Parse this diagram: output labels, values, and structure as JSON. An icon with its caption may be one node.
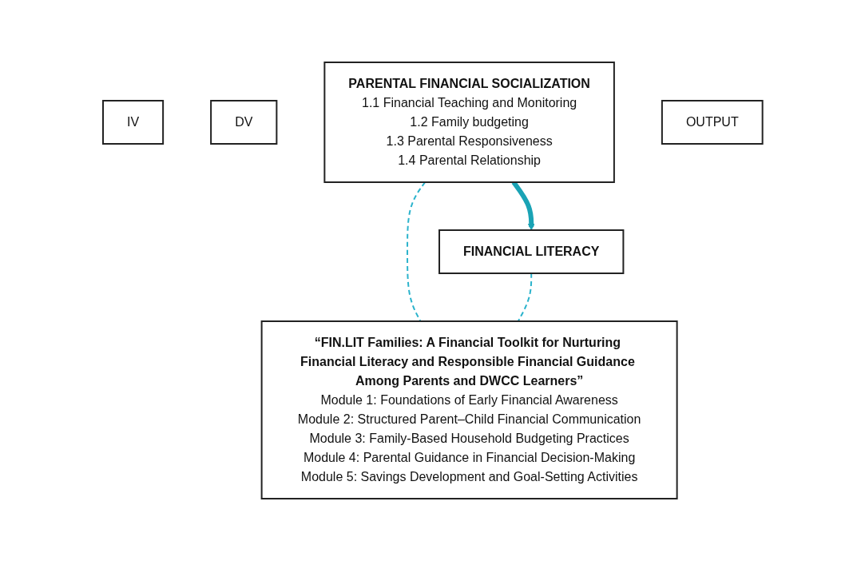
{
  "diagram": {
    "nodes": [
      {
        "text": [
          "IV"
        ]
      },
      {
        "text": [
          "DV"
        ]
      },
      {
        "text": [
          "PARENTAL FINANCIAL SOCIALIZATION",
          "1.1 Financial Teaching and Monitoring",
          "1.2 Family budgeting",
          "1.3 Parental Responsiveness",
          "1.4 Parental Relationship"
        ]
      },
      {
        "text": [
          "FINANCIAL LITERACY"
        ]
      },
      {
        "text": [
          "OUTPUT"
        ]
      },
      {
        "text": [
          "“FIN.LIT Families: A Financial Toolkit for Nurturing Financial Literacy and Responsible Financial Guidance Among Parents and DWCC Learners”",
          "Module 1: Foundations of Early Financial Awareness",
          "Module 2: Structured Parent–Child Financial Communication",
          "Module 3: Family-Based Household Budgeting Practices",
          "Module 4: Parental Guidance in Financial Decision-Making",
          "Module 5: Savings Development and Goal-Setting Activities"
        ]
      }
    ],
    "edges": [
      {
        "from": 2,
        "to": 3,
        "arrow": "to",
        "style": "thick",
        "color": "#1aa3b5"
      },
      {
        "from": 2,
        "to": 5,
        "arrow": "none",
        "style": "dashed",
        "color": "#2bb3cc"
      },
      {
        "from": 3,
        "to": 5,
        "arrow": "none",
        "style": "dashed",
        "color": "#2bb3cc"
      }
    ]
  }
}
